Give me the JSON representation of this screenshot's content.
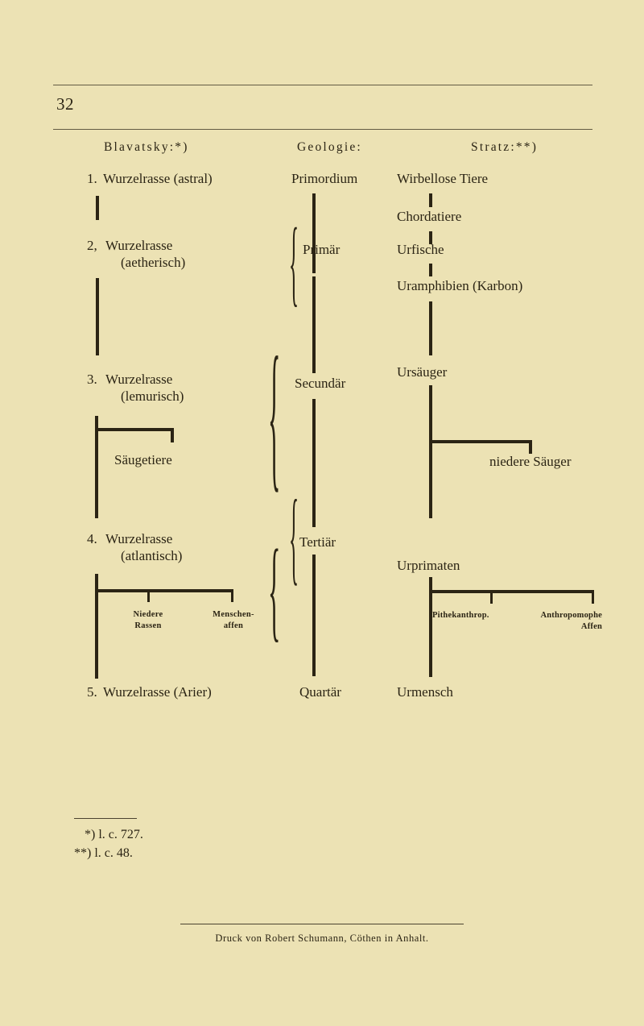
{
  "page": {
    "folio": "32",
    "background_color": "#ece2b4",
    "ink_color": "#2b2414"
  },
  "columns": {
    "blavatsky": "Blavatsky:*)",
    "geologie": "Geologie:",
    "stratz": "Stratz:**)"
  },
  "blavatsky_column": {
    "rows": [
      {
        "number": "1.",
        "name": "Wurzelrasse (astral)",
        "sub": ""
      },
      {
        "number": "2,",
        "name": "Wurzelrasse",
        "sub": "(aetherisch)"
      },
      {
        "number": "3.",
        "name": "Wurzelrasse",
        "sub": "(lemurisch)"
      },
      {
        "number": "4.",
        "name": "Wurzelrasse",
        "sub": "(atlantisch)"
      },
      {
        "number": "5.",
        "name": "Wurzelrasse (Arier)",
        "sub": ""
      }
    ],
    "branch_labels": {
      "saeugetiere": "Säugetiere",
      "niedere_rassen": "Niedere\nRassen",
      "menschenaffen": "Menschen-\naffen"
    }
  },
  "geologie_column": {
    "periods": [
      "Primordium",
      "Primär",
      "Secundär",
      "Tertiär",
      "Quartär"
    ]
  },
  "stratz_column": {
    "stages": [
      "Wirbellose Tiere",
      "Chordatiere",
      "Urfische",
      "Uramphibien (Karbon)",
      "Ursäuger",
      "Urprimaten",
      "Urmensch"
    ],
    "branch_labels": {
      "niedere_saeuger": "niedere Säuger",
      "pithekanthrop": "Pithekanthrop.",
      "anthropomophe_affen": "Anthropomophe\nAffen"
    }
  },
  "footnotes": {
    "first": "*) l. c. 727.",
    "second": "**) l. c. 48."
  },
  "imprint": "Druck von Robert Schumann, Cöthen in Anhalt."
}
